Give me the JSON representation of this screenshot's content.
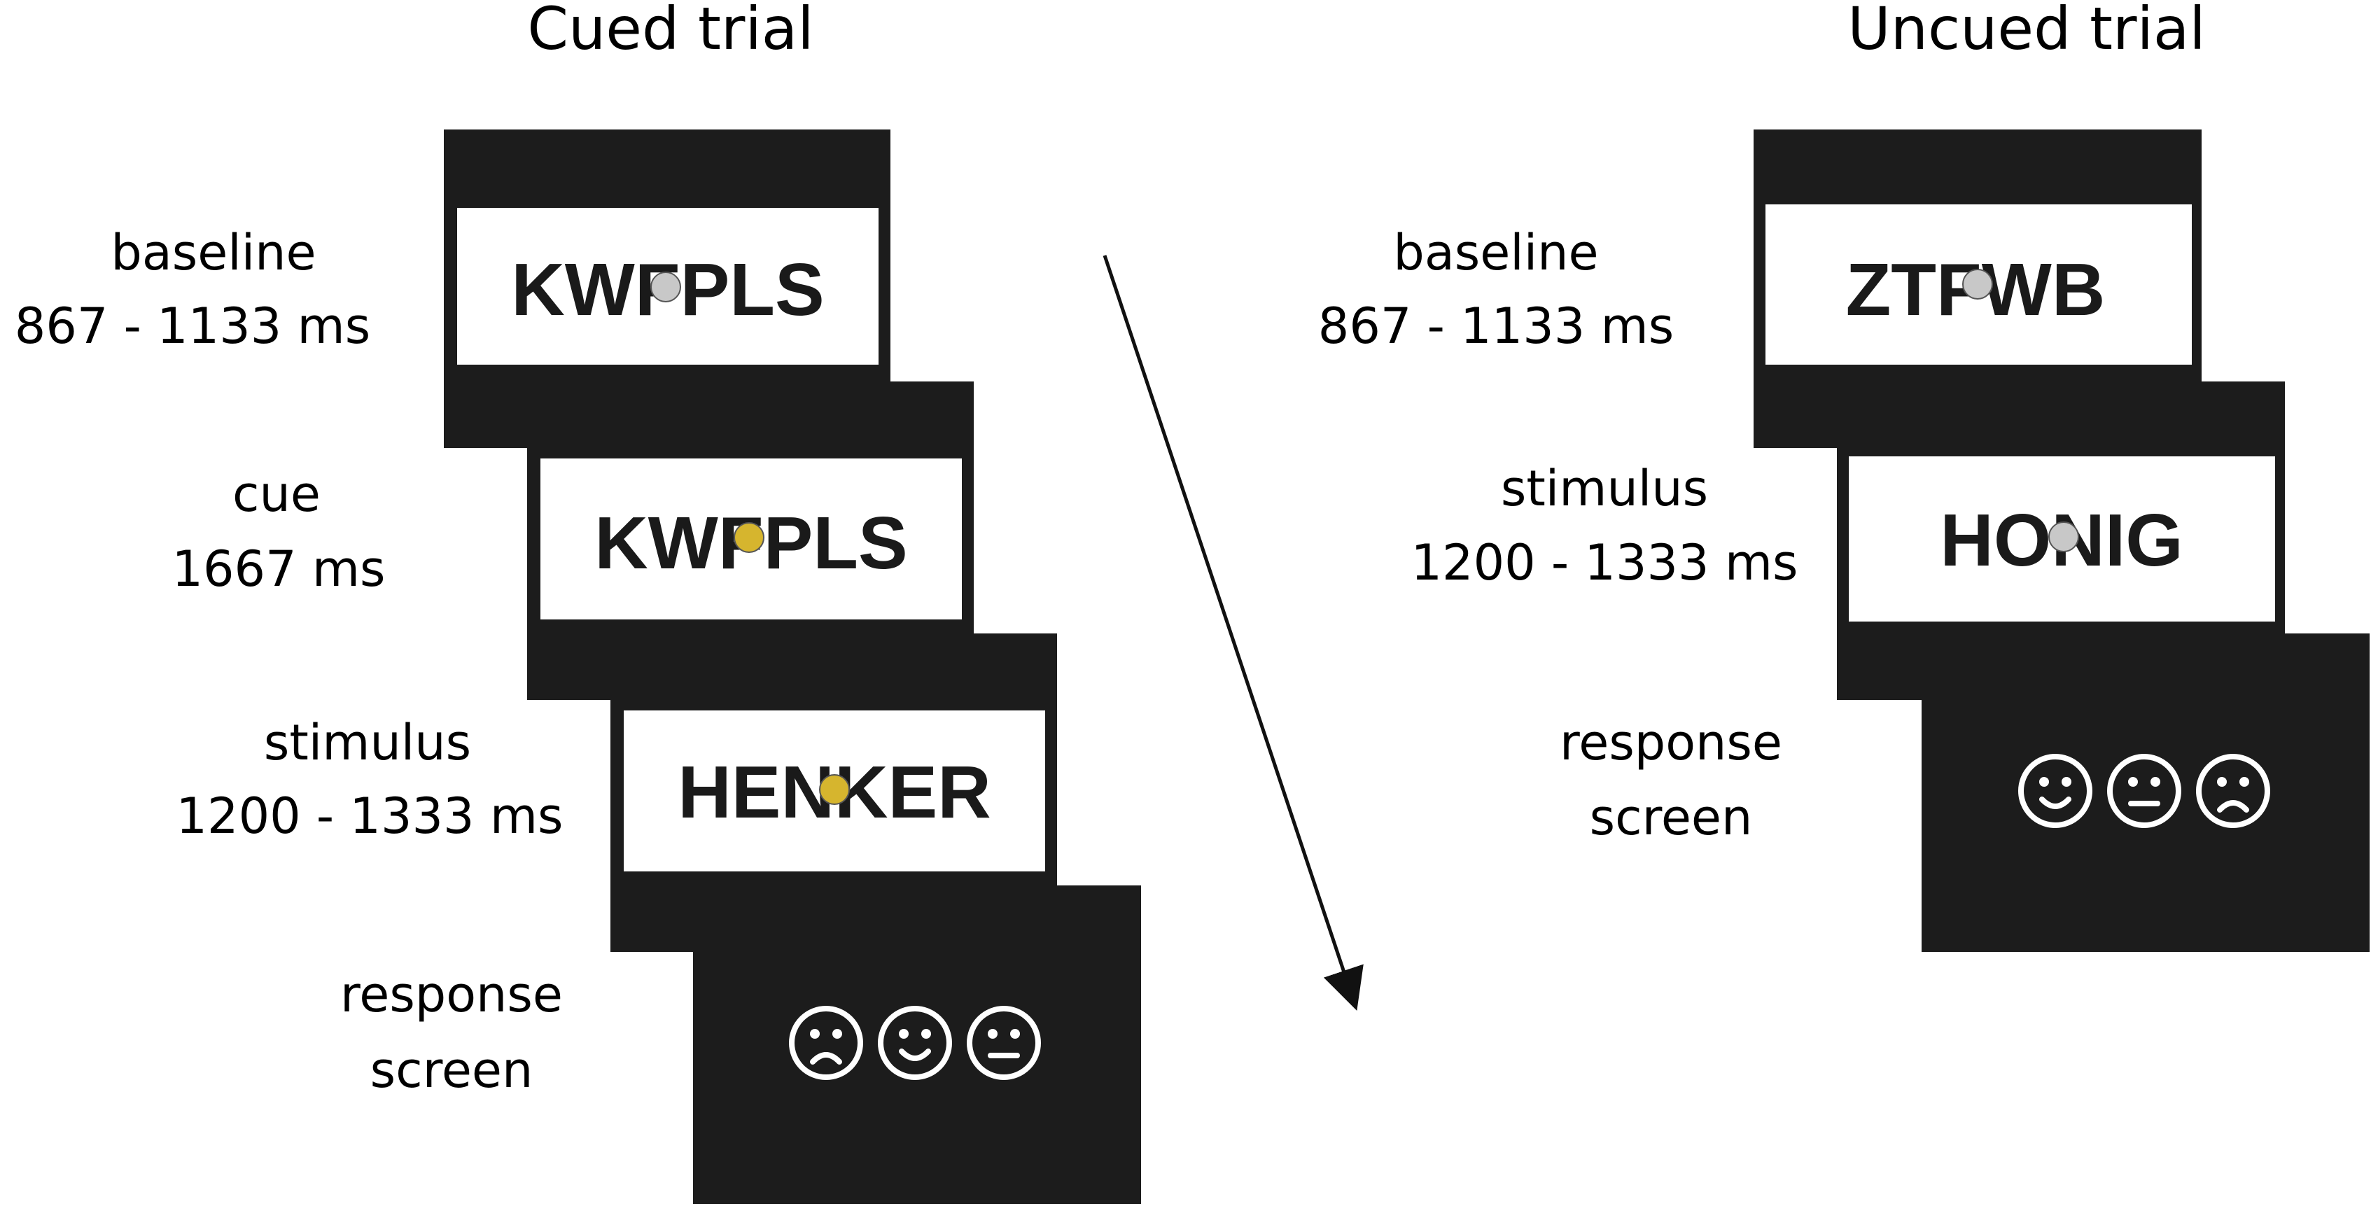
{
  "colors": {
    "screen": "#1c1c1c",
    "fixation_gray": "#c8c8c8",
    "fixation_cue": "#d6b52e",
    "arrow": "#111111",
    "face": "#ffffff"
  },
  "cued": {
    "title": "Cued trial",
    "baseline": {
      "name": "baseline",
      "time": "867 - 1133 ms",
      "word": "KWFPLS"
    },
    "cue": {
      "name": "cue",
      "time": "1667 ms",
      "word": "KWFPLS"
    },
    "stimulus": {
      "name": "stimulus",
      "time": "1200 - 1333 ms",
      "word": "HENKER"
    },
    "response": {
      "line1": "response",
      "line2": "screen",
      "faces": [
        "sad",
        "happy",
        "neutral"
      ]
    }
  },
  "uncued": {
    "title": "Uncued trial",
    "baseline": {
      "name": "baseline",
      "time": "867 - 1133 ms",
      "word": "ZTFWB"
    },
    "stimulus": {
      "name": "stimulus",
      "time": "1200 - 1333 ms",
      "word": "HONIG"
    },
    "response": {
      "line1": "response",
      "line2": "screen",
      "faces": [
        "happy",
        "neutral",
        "sad"
      ]
    }
  }
}
